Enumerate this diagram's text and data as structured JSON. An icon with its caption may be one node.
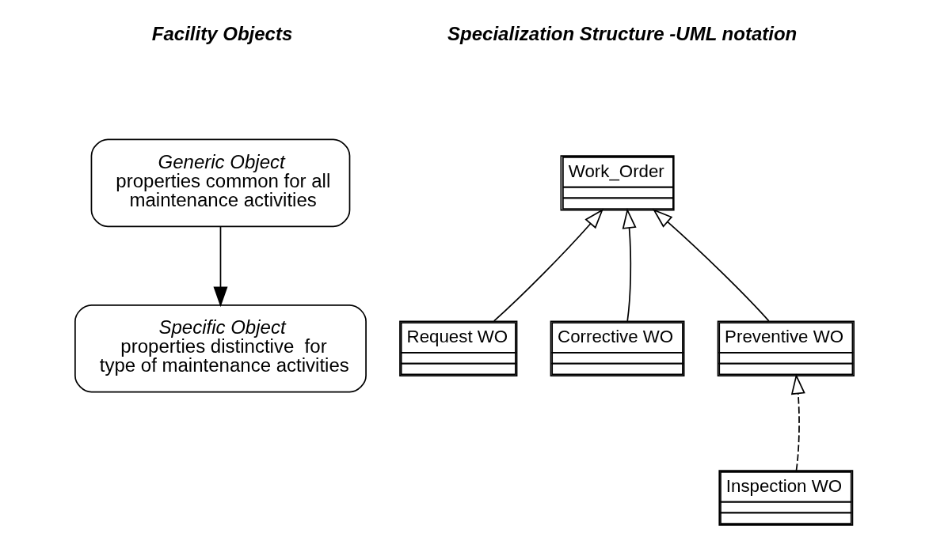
{
  "diagram": {
    "nodes": [
      {
        "text": [
          "Generic Object",
          "properties common for all maintenance activities"
        ]
      },
      {
        "text": [
          "Specific Object",
          "properties distinctive  for type of maintenance activities"
        ]
      },
      {
        "text": [
          "Work_Order"
        ]
      },
      {
        "text": [
          "Request WO"
        ]
      },
      {
        "text": [
          "Corrective WO"
        ]
      },
      {
        "text": [
          "Preventive WO"
        ]
      },
      {
        "text": [
          "Inspection WO"
        ]
      }
    ],
    "edges": [
      {
        "from": 0,
        "to": 1,
        "arrow": "to"
      },
      {
        "from": 3,
        "to": 2,
        "arrow": "to"
      },
      {
        "from": 4,
        "to": 2,
        "arrow": "to"
      },
      {
        "from": 5,
        "to": 2,
        "arrow": "to"
      },
      {
        "from": 6,
        "to": 5,
        "arrow": "to",
        "style": "dashed"
      }
    ],
    "labels": [
      "Facility Objects",
      "Specialization Structure -UML notation"
    ]
  }
}
